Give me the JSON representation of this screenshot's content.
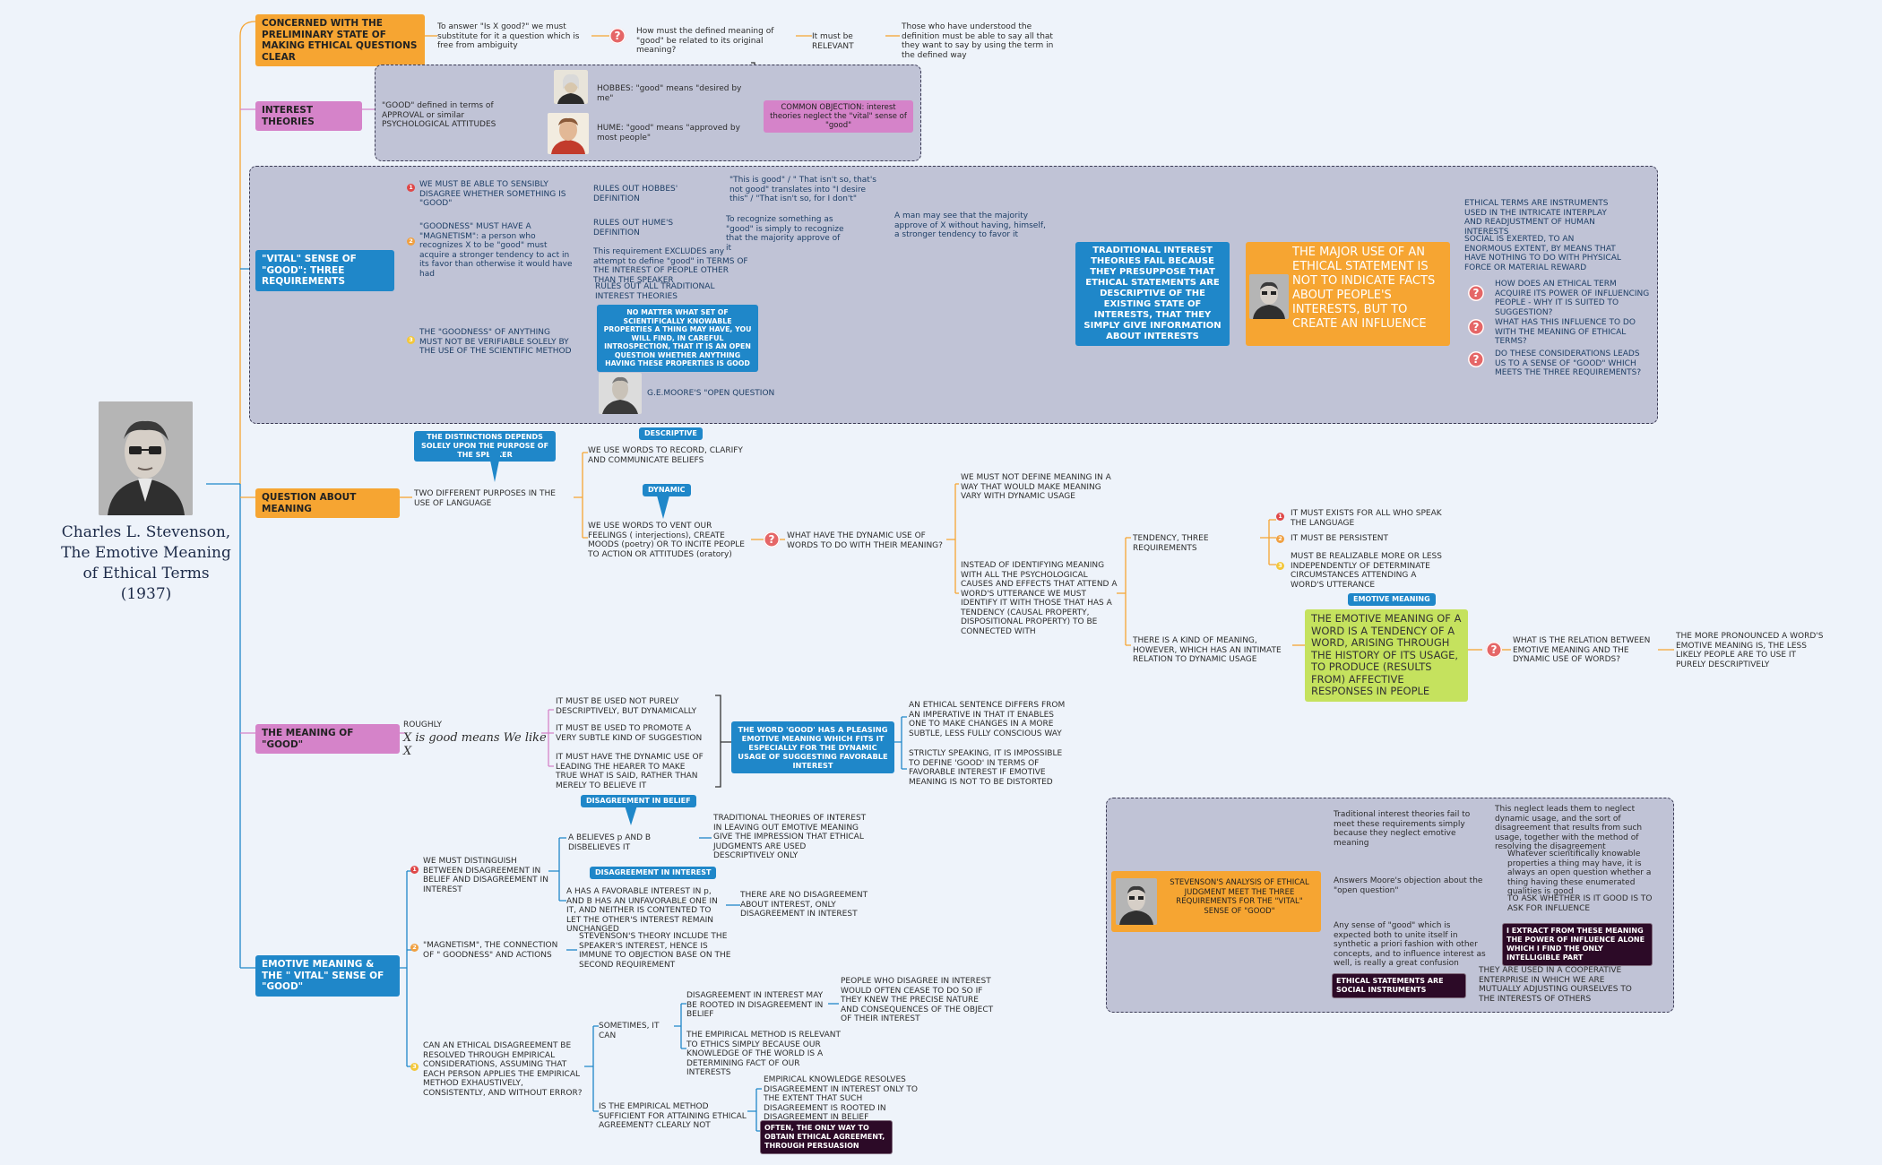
{
  "central": {
    "title": "Charles L. Stevenson, The Emotive Meaning of Ethical Terms (1937)"
  },
  "branch_preliminary": {
    "label": "CONCERNED WITH THE PRELIMINARY STATE OF MAKING ETHICAL QUESTIONS CLEAR",
    "t1": "To answer \"Is X good?\" we must substitute for it a question which is free from ambiguity",
    "q": "How must the defined meaning of \"good\" be related to its original meaning?",
    "t2": "It must be RELEVANT",
    "t3": "Those who have understood the definition must be able to say all that they want to say by using the term in the defined way"
  },
  "branch_interest": {
    "label": "INTEREST THEORIES",
    "t1": "\"GOOD\" defined in terms of APPROVAL or similar PSYCHOLOGICAL ATTITUDES",
    "hobbes": "HOBBES: \"good\" means \"desired by me\"",
    "hume": "HUME: \"good\" means \"approved by most people\"",
    "objection": "COMMON OBJECTION: interest theories neglect the \"vital\" sense of \"good\""
  },
  "branch_vital": {
    "label": "\"VITAL\" SENSE OF \"GOOD\": THREE REQUIREMENTS",
    "r1": "WE MUST BE ABLE TO SENSIBLY DISAGREE WHETHER SOMETHING IS \"GOOD\"",
    "r1a": "RULES OUT HOBBES' DEFINITION",
    "r1b": "\"This is good\" / \" That isn't so, that's not good\" translates into \"I desire this\" / \"That isn't so, for I don't\"",
    "r2": "\"GOODNESS\" MUST HAVE A \"MAGNETISM\": a person who recognizes X to be \"good\" must acquire a stronger tendency to act in its favor than otherwise it would have had",
    "r2a": "RULES OUT HUME'S DEFINITION",
    "r2b": "To recognize something as \"good\" is simply to recognize that the majority approve of it",
    "r2c": "A man may see that the majority approve of X without having, himself, a stronger tendency to favor it",
    "r2d": "This requirement EXCLUDES any attempt to define \"good\" in TERMS OF THE INTEREST OF PEOPLE OTHER THAN THE SPEAKER",
    "r3": "THE \"GOODNESS\" OF ANYTHING MUST NOT BE VERIFIABLE SOLELY BY THE USE OF THE SCIENTIFIC METHOD",
    "r3a": "RULES OUT ALL TRADITIONAL INTEREST THEORIES",
    "r3b": "NO MATTER WHAT SET OF SCIENTIFICALLY KNOWABLE PROPERTIES A THING MAY HAVE, YOU WILL FIND, IN CAREFUL INTROSPECTION, THAT IT IS AN OPEN QUESTION WHETHER ANYTHING HAVING THESE PROPERTIES IS GOOD",
    "r3c": "G.E.MOORE'S \"OPEN QUESTION",
    "fail": "TRADITIONAL INTEREST THEORIES FAIL BECAUSE THEY PRESUPPOSE THAT ETHICAL STATEMENTS ARE DESCRIPTIVE OF THE EXISTING STATE OF INTERESTS, THAT THEY SIMPLY GIVE INFORMATION ABOUT INTERESTS",
    "major": "THE MAJOR USE OF AN ETHICAL STATEMENT IS NOT TO INDICATE FACTS ABOUT PEOPLE'S INTERESTS, BUT TO CREATE AN INFLUENCE",
    "m1": "ETHICAL TERMS ARE INSTRUMENTS USED IN THE INTRICATE INTERPLAY AND READJUSTMENT OF HUMAN INTERESTS",
    "m2": "SOCIAL IS EXERTED, TO AN ENORMOUS EXTENT, BY MEANS THAT HAVE NOTHING TO DO WITH PHYSICAL FORCE OR MATERIAL REWARD",
    "q1": "HOW DOES AN ETHICAL TERM ACQUIRE ITS POWER OF INFLUENCING PEOPLE - WHY IT IS SUITED TO SUGGESTION?",
    "q2": "WHAT HAS THIS INFLUENCE TO DO WITH THE MEANING OF ETHICAL TERMS?",
    "q3": "DO THESE CONSIDERATIONS LEADS US TO A SENSE OF \"GOOD\" WHICH MEETS THE THREE REQUIREMENTS?"
  },
  "branch_meaning": {
    "label": "QUESTION ABOUT MEANING",
    "callout": "THE DISTINCTIONS DEPENDS SOLELY UPON THE PURPOSE OF THE SPEAKER",
    "t1": "TWO DIFFERENT PURPOSES IN THE USE OF LANGUAGE",
    "desc_tag": "DESCRIPTIVE",
    "desc": "WE USE WORDS TO RECORD, CLARIFY AND COMMUNICATE BELIEFS",
    "dyn_tag": "DYNAMIC",
    "dyn": "WE USE WORDS TO VENT OUR FEELINGS ( interjections), CREATE MOODS (poetry) OR TO INCITE PEOPLE TO ACTION OR ATTITUDES (oratory)",
    "q": "WHAT HAVE THE DYNAMIC USE OF WORDS TO DO WITH THEIR MEANING?",
    "a1": "WE MUST NOT DEFINE MEANING IN A WAY THAT WOULD MAKE MEANING VARY WITH DYNAMIC USAGE",
    "a2": "INSTEAD OF IDENTIFYING MEANING WITH ALL THE PSYCHOLOGICAL CAUSES AND EFFECTS THAT ATTEND A WORD'S UTTERANCE WE MUST IDENTIFY IT WITH THOSE THAT HAS A TENDENCY (CAUSAL PROPERTY, DISPOSITIONAL PROPERTY) TO BE CONNECTED WITH",
    "tend": "TENDENCY, THREE REQUIREMENTS",
    "tr1": "IT MUST EXISTS FOR ALL WHO SPEAK THE LANGUAGE",
    "tr2": "IT MUST BE PERSISTENT",
    "tr3": "MUST BE REALIZABLE MORE OR LESS INDEPENDENTLY OF DETERMINATE CIRCUMSTANCES ATTENDING A WORD'S UTTERANCE",
    "kind": "THERE IS A KIND OF MEANING, HOWEVER, WHICH HAS AN INTIMATE RELATION TO DYNAMIC USAGE",
    "emo_tag": "EMOTIVE MEANING",
    "emo": "THE EMOTIVE MEANING OF A WORD IS A TENDENCY OF A WORD, ARISING THROUGH THE HISTORY OF ITS USAGE, TO PRODUCE (RESULTS FROM) AFFECTIVE RESPONSES IN PEOPLE",
    "emo_q": "WHAT IS THE RELATION BETWEEN EMOTIVE MEANING AND THE DYNAMIC USE OF WORDS?",
    "emo_a": "THE MORE PRONOUNCED A WORD'S EMOTIVE MEANING IS, THE LESS LIKELY PEOPLE ARE TO USE IT PURELY DESCRIPTIVELY"
  },
  "branch_good": {
    "label": "THE MEANING OF \"GOOD\"",
    "roughly": "ROUGHLY",
    "formula": "X is good means We like X",
    "g1": "IT MUST BE USED NOT PURELY DESCRIPTIVELY, BUT DYNAMICALLY",
    "g2": "IT MUST BE USED TO PROMOTE A VERY SUBTLE KIND OF SUGGESTION",
    "g3": "IT MUST HAVE THE DYNAMIC USE OF LEADING THE HEARER TO MAKE TRUE WHAT IS SAID, RATHER THAN MERELY TO BELIEVE IT",
    "word": "THE WORD 'GOOD' HAS A PLEASING EMOTIVE MEANING WHICH FITS IT ESPECIALLY FOR THE DYNAMIC USAGE OF SUGGESTING FAVORABLE INTEREST",
    "w1": "AN ETHICAL SENTENCE DIFFERS FROM AN IMPERATIVE IN THAT IT ENABLES ONE TO MAKE CHANGES IN A MORE SUBTLE, LESS FULLY CONSCIOUS WAY",
    "w2": "STRICTLY SPEAKING, IT IS IMPOSSIBLE TO DEFINE 'GOOD' IN TERMS OF FAVORABLE INTEREST IF EMOTIVE MEANING IS NOT TO BE DISTORTED"
  },
  "branch_emotive": {
    "label": "EMOTIVE MEANING & THE \" VITAL\" SENSE OF \"GOOD\"",
    "d1": "WE MUST DISTINGUISH BETWEEN DISAGREEMENT IN BELIEF AND DISAGREEMENT IN INTEREST",
    "belief_tag": "DISAGREEMENT IN BELIEF",
    "belief": "A BELIEVES p AND B DISBELIEVES IT",
    "belief_a": "TRADITIONAL THEORIES OF INTEREST IN LEAVING OUT EMOTIVE MEANING GIVE THE IMPRESSION THAT ETHICAL JUDGMENTS ARE USED DESCRIPTIVELY ONLY",
    "interest_tag": "DISAGREEMENT IN INTEREST",
    "interest": "A HAS A FAVORABLE INTEREST IN p, AND B HAS AN UNFAVORABLE ONE IN IT, AND NEITHER IS CONTENTED TO LET THE OTHER'S INTEREST REMAIN UNCHANGED",
    "interest_a": "THERE ARE NO DISAGREEMENT ABOUT INTEREST, ONLY DISAGREEMENT IN INTEREST",
    "d2": "\"MAGNETISM\", THE CONNECTION OF \" GOODNESS\" AND ACTIONS",
    "d2a": "STEVENSON'S THEORY INCLUDE THE SPEAKER'S INTEREST, HENCE IS IMMUNE TO OBJECTION BASE ON THE SECOND REQUIREMENT",
    "d3": "CAN AN ETHICAL DISAGREEMENT BE RESOLVED THROUGH EMPIRICAL CONSIDERATIONS, ASSUMING THAT EACH PERSON APPLIES THE EMPIRICAL METHOD EXHAUSTIVELY, CONSISTENTLY, AND WITHOUT ERROR?",
    "sometimes": "SOMETIMES, IT CAN",
    "s1": "DISAGREEMENT IN INTEREST MAY BE ROOTED IN DISAGREEMENT IN BELIEF",
    "s1a": "PEOPLE WHO DISAGREE IN INTEREST WOULD OFTEN CEASE TO DO SO IF THEY KNEW THE PRECISE NATURE AND CONSEQUENCES OF THE OBJECT OF THEIR INTEREST",
    "s2": "THE EMPIRICAL METHOD IS RELEVANT TO ETHICS SIMPLY BECAUSE OUR KNOWLEDGE OF THE WORLD IS A DETERMINING FACT OF OUR INTERESTS",
    "suff": "IS THE EMPIRICAL METHOD SUFFICIENT FOR ATTAINING ETHICAL AGREEMENT? CLEARLY NOT",
    "suff_a": "EMPIRICAL KNOWLEDGE RESOLVES DISAGREEMENT IN INTEREST ONLY TO THE EXTENT THAT SUCH DISAGREEMENT IS ROOTED IN DISAGREEMENT IN BELIEF",
    "persuasion": "OFTEN, THE ONLY WAY TO OBTAIN ETHICAL AGREEMENT, THROUGH PERSUASION"
  },
  "analysis": {
    "title": "STEVENSON'S ANALYSIS OF ETHICAL JUDGMENT MEET THE THREE REQUIREMENTS FOR THE \"VITAL\" SENSE OF \"GOOD\"",
    "a1": "Traditional interest theories fail to meet these requirements simply because they neglect emotive meaning",
    "a1a": "This neglect leads them to neglect dynamic usage, and the sort of disagreement that results from such usage, together with the method of resolving the disagreement",
    "a2": "Answers Moore's objection about the \"open question\"",
    "a2a": "Whatever scientifically knowable properties a thing may have, it is always an open question whether a thing having these enumerated qualities is good",
    "a2b": "TO ASK WHETHER IS IT GOOD IS TO ASK FOR INFLUENCE",
    "a3": "Any sense of \"good\" which is expected both to unite itself in synthetic a priori fashion with other concepts, and to influence interest as well, is really a great confusion",
    "a3a": "I EXTRACT FROM THESE MEANING THE POWER OF INFLUENCE ALONE WHICH I FIND THE ONLY INTELLIGIBLE PART",
    "a4": "ETHICAL STATEMENTS ARE SOCIAL INSTRUMENTS",
    "a4a": "THEY ARE USED IN A COOPERATIVE ENTERPRISE IN WHICH WE ARE MUTUALLY ADJUSTING OURSELVES TO THE INTERESTS OF OTHERS"
  },
  "icons": {
    "question": "?",
    "num1": "1",
    "num2": "2",
    "num3": "3"
  },
  "colors": {
    "orange": "#f6a532",
    "pink": "#d583c9",
    "blue": "#1f87c9",
    "green": "#c5e25e",
    "dark": "#2c0a27",
    "box": "#c0c3d6"
  }
}
